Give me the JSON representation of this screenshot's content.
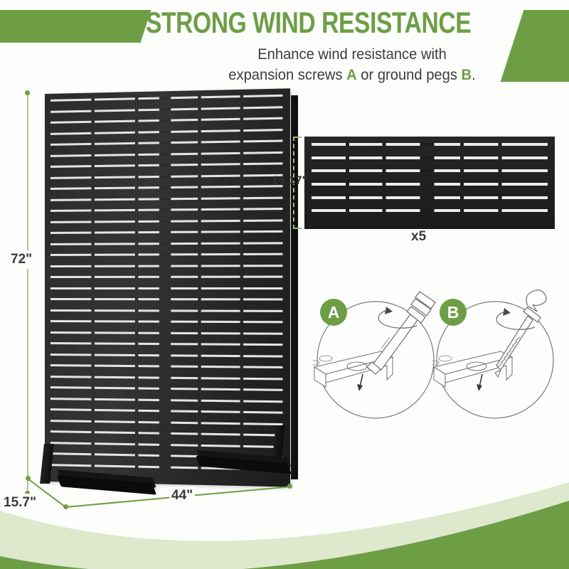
{
  "header": {
    "title": "STRONG WIND RESISTANCE",
    "subtitle_line1": "Enhance wind resistance with",
    "subtitle_line2_a": "expansion screws ",
    "subtitle_marker_a": "A",
    "subtitle_line2_b": " or ground pegs ",
    "subtitle_marker_b": "B",
    "subtitle_line2_c": "."
  },
  "product": {
    "name": "slatted-privacy-screen",
    "slat_rows": 34,
    "dimensions": {
      "height": "72\"",
      "width": "44\"",
      "depth": "15.7\""
    }
  },
  "detail_panel": {
    "height_label": "14.17\"",
    "quantity_label": "x5",
    "slat_rows": 6
  },
  "diagrams": [
    {
      "badge": "A",
      "fastener": "expansion-screw"
    },
    {
      "badge": "B",
      "fastener": "ground-peg"
    }
  ],
  "colors": {
    "brand_green": "#6d9e45",
    "light_green": "#dde8cd",
    "dim_line": "#a9c78c",
    "panel_black": "#262626",
    "text_dark": "#3a3a3a"
  }
}
